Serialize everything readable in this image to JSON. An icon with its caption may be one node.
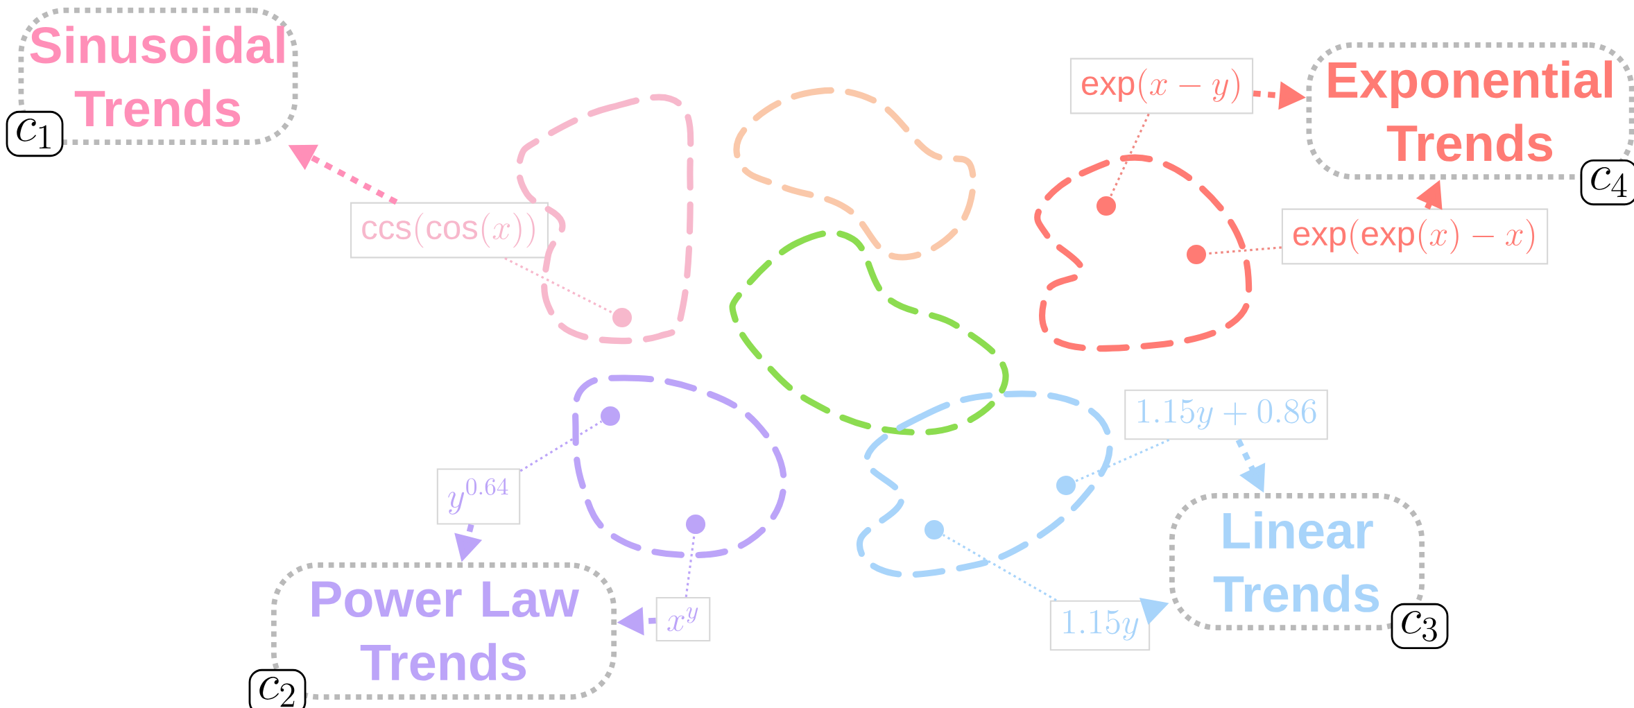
{
  "diagram": {
    "nodes": [
      {
        "text": [
          "Sinusoidal Trends"
        ]
      },
      {
        "text": [
          "c_1"
        ]
      },
      {
        "text": [
          "Exponential Trends"
        ]
      },
      {
        "text": [
          "c_4"
        ]
      },
      {
        "text": [
          "Power Law Trends"
        ]
      },
      {
        "text": [
          "c_2"
        ]
      },
      {
        "text": [
          "Linear Trends"
        ]
      },
      {
        "text": [
          "c_3"
        ]
      },
      {
        "text": [
          "\\mathrm{ccs}(\\cos(x))"
        ]
      },
      {
        "text": [
          "\\exp(x-y)"
        ]
      },
      {
        "text": [
          "\\exp(\\exp(x)-x)"
        ]
      },
      {
        "text": [
          "y^{0.64}"
        ]
      },
      {
        "text": [
          "x^y"
        ]
      },
      {
        "text": [
          "1.15y+0.86"
        ]
      },
      {
        "text": [
          "1.15y"
        ]
      },
      {
        "text": [],
        "shape": "cloud"
      },
      {
        "text": [],
        "shape": "circle",
        "in": 15
      },
      {
        "text": [],
        "shape": "cloud"
      },
      {
        "text": [],
        "shape": "cloud"
      },
      {
        "text": [],
        "shape": "cloud"
      },
      {
        "text": [],
        "shape": "circle",
        "in": 19
      },
      {
        "text": [],
        "shape": "circle",
        "in": 19
      },
      {
        "text": [],
        "shape": "cloud"
      },
      {
        "text": [],
        "shape": "circle",
        "in": 22
      },
      {
        "text": [],
        "shape": "circle",
        "in": 22
      },
      {
        "text": [],
        "shape": "cloud"
      },
      {
        "text": [],
        "shape": "circle",
        "in": 25
      },
      {
        "text": [],
        "shape": "circle",
        "in": 25
      }
    ],
    "edges": [
      {
        "from": 8,
        "to": 0,
        "arrow": "to",
        "style": "dashed",
        "color": "#ff8fb8"
      },
      {
        "from": 8,
        "to": 16,
        "arrow": "none",
        "color": "#f7b8cc"
      },
      {
        "from": 9,
        "to": 2,
        "arrow": "to",
        "style": "dashed",
        "color": "#ff7b74"
      },
      {
        "from": 9,
        "to": 20,
        "arrow": "none",
        "color": "#f08a84"
      },
      {
        "from": 10,
        "to": 2,
        "arrow": "to",
        "style": "dashed",
        "color": "#ff7b74"
      },
      {
        "from": 10,
        "to": 21,
        "arrow": "none",
        "color": "#f08a84"
      },
      {
        "from": 11,
        "to": 4,
        "arrow": "to",
        "style": "dashed",
        "color": "#bca4f8"
      },
      {
        "from": 11,
        "to": 23,
        "arrow": "none",
        "color": "#bca4f8"
      },
      {
        "from": 12,
        "to": 4,
        "arrow": "to",
        "style": "dashed",
        "color": "#bca4f8"
      },
      {
        "from": 12,
        "to": 24,
        "arrow": "none",
        "color": "#bca4f8"
      },
      {
        "from": 13,
        "to": 6,
        "arrow": "to",
        "style": "dashed",
        "color": "#a8d4fa"
      },
      {
        "from": 13,
        "to": 26,
        "arrow": "none",
        "color": "#a8d4fa"
      },
      {
        "from": 14,
        "to": 6,
        "arrow": "to",
        "style": "dashed",
        "color": "#a8d4fa"
      },
      {
        "from": 14,
        "to": 27,
        "arrow": "none",
        "color": "#a8d4fa"
      }
    ]
  }
}
